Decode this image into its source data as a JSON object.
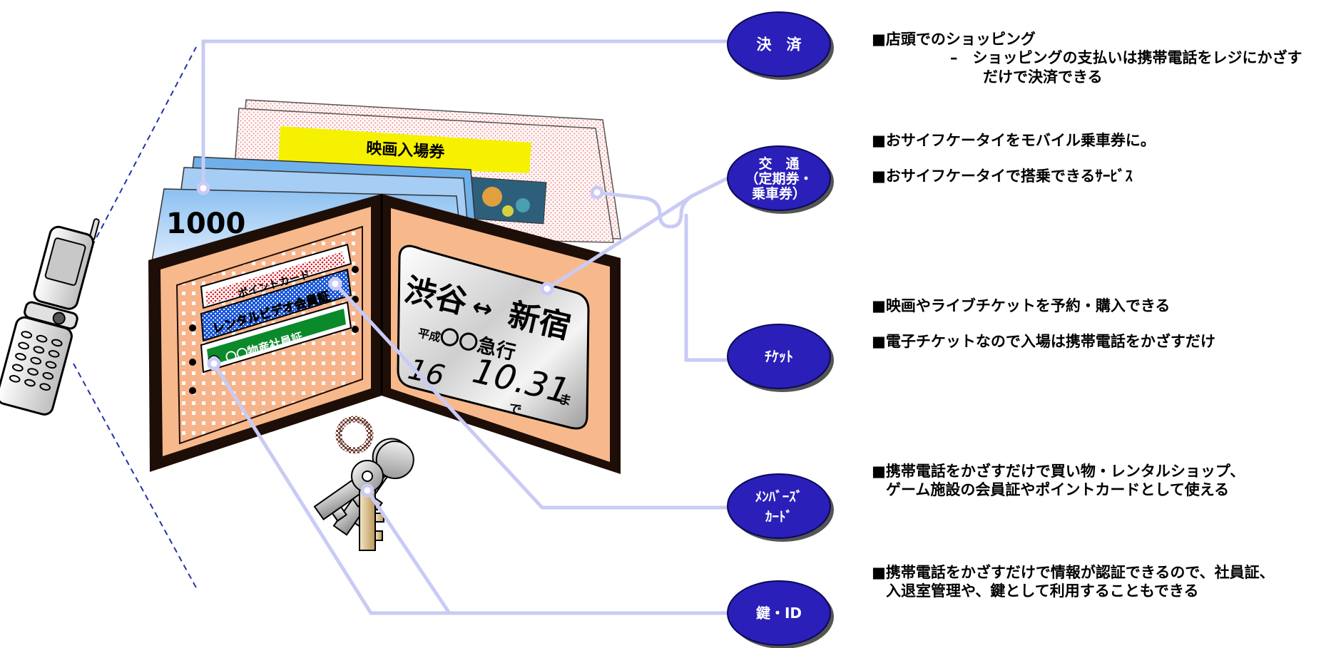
{
  "colors": {
    "ellipse_fill": "#2a1fb8",
    "ellipse_border": "#0a0a55",
    "connector": "#c9cbf5",
    "wallet_dark": "#1e0e08",
    "wallet_tan": "#f7b98c",
    "phone_link": "#2233aa"
  },
  "wallet": {
    "banknote": "1000",
    "movie_ticket": "映画入場券",
    "point_card": "ポイントカード",
    "rental_card": "レンタルビデオ会員証",
    "member_card": "〇〇物産社員証",
    "pass": {
      "route_from": "渋谷",
      "arrow": "↔",
      "route_to": "新宿",
      "era": "平成",
      "company": "〇〇急行",
      "year": "16",
      "date": "10.31",
      "suffix_ma": "ま",
      "suffix_de": "で"
    }
  },
  "categories": [
    {
      "id": "payment",
      "label_lines": [
        "決　済"
      ],
      "icon": "payment",
      "desc": [
        {
          "text": "■店頭でのショッピング",
          "style": "main"
        },
        {
          "text": "–　ショッピングの支払いは携帯電話をレジにかざす",
          "style": "sub"
        },
        {
          "text": "だけで決済できる",
          "style": "sub2"
        }
      ]
    },
    {
      "id": "transport",
      "label_lines": [
        "交　通",
        "（定期券・",
        "乗車券）"
      ],
      "icon": "transport",
      "desc": [
        {
          "text": "■おサイフケータイをモバイル乗車券に。",
          "style": "main"
        },
        {
          "text": "",
          "style": "gap"
        },
        {
          "text": "■おサイフケータイで搭乗できるｻｰﾋﾞｽ",
          "style": "main"
        }
      ]
    },
    {
      "id": "ticket",
      "label_lines": [
        "ﾁｹｯﾄ"
      ],
      "icon": "ticket",
      "desc": [
        {
          "text": "■映画やライブチケットを予約・購入できる",
          "style": "main"
        },
        {
          "text": "",
          "style": "gap"
        },
        {
          "text": "■電子チケットなので入場は携帯電話をかざすだけ",
          "style": "main"
        }
      ]
    },
    {
      "id": "members",
      "label_lines": [
        "ﾒﾝﾊﾞｰｽﾞ",
        "ｶｰﾄﾞ"
      ],
      "icon": "members",
      "desc": [
        {
          "text": "■携帯電話をかざすだけで買い物・レンタルショップ、",
          "style": "main"
        },
        {
          "text": "ゲーム施設の会員証やポイントカードとして使える",
          "style": "indent"
        }
      ]
    },
    {
      "id": "key",
      "label_lines": [
        "鍵・ID"
      ],
      "icon": "key",
      "desc": [
        {
          "text": "■携帯電話をかざすだけで情報が認証できるので、社員証、",
          "style": "main"
        },
        {
          "text": "入退室管理や、鍵として利用することもできる",
          "style": "indent"
        }
      ]
    }
  ]
}
